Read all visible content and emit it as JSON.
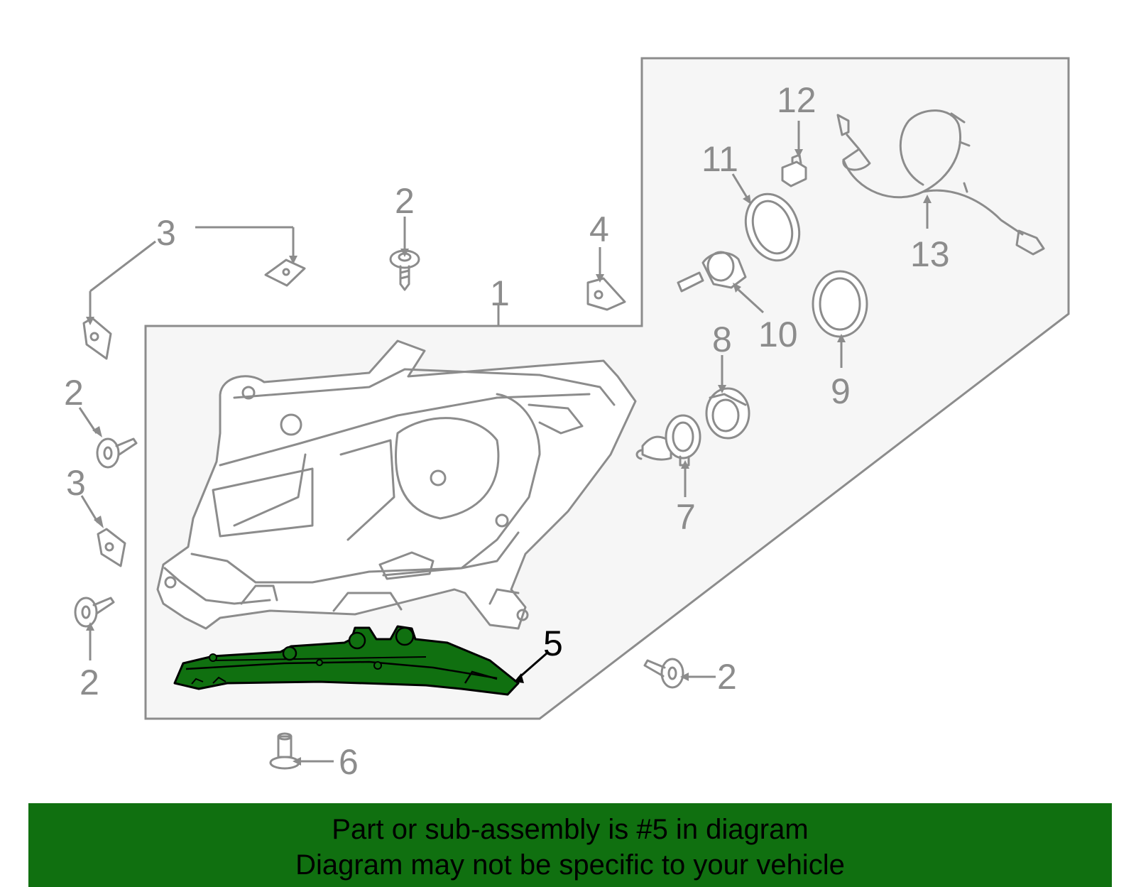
{
  "diagram": {
    "callouts": [
      {
        "id": "1",
        "label": "1"
      },
      {
        "id": "2a",
        "label": "2"
      },
      {
        "id": "2b",
        "label": "2"
      },
      {
        "id": "2c",
        "label": "2"
      },
      {
        "id": "2d",
        "label": "2"
      },
      {
        "id": "3a",
        "label": "3"
      },
      {
        "id": "3b",
        "label": "3"
      },
      {
        "id": "4",
        "label": "4"
      },
      {
        "id": "5",
        "label": "5"
      },
      {
        "id": "6",
        "label": "6"
      },
      {
        "id": "7",
        "label": "7"
      },
      {
        "id": "8",
        "label": "8"
      },
      {
        "id": "9",
        "label": "9"
      },
      {
        "id": "10",
        "label": "10"
      },
      {
        "id": "11",
        "label": "11"
      },
      {
        "id": "12",
        "label": "12"
      },
      {
        "id": "13",
        "label": "13"
      }
    ],
    "highlighted_part": "5",
    "colors": {
      "line": "#8c8c8c",
      "panel": "#f6f6f6",
      "highlight_fill": "#107010",
      "highlight_stroke": "#000000"
    }
  },
  "banner": {
    "line1": "Part or sub-assembly is #5 in diagram",
    "line2": "Diagram may not be specific to your vehicle",
    "background": "#107010"
  }
}
